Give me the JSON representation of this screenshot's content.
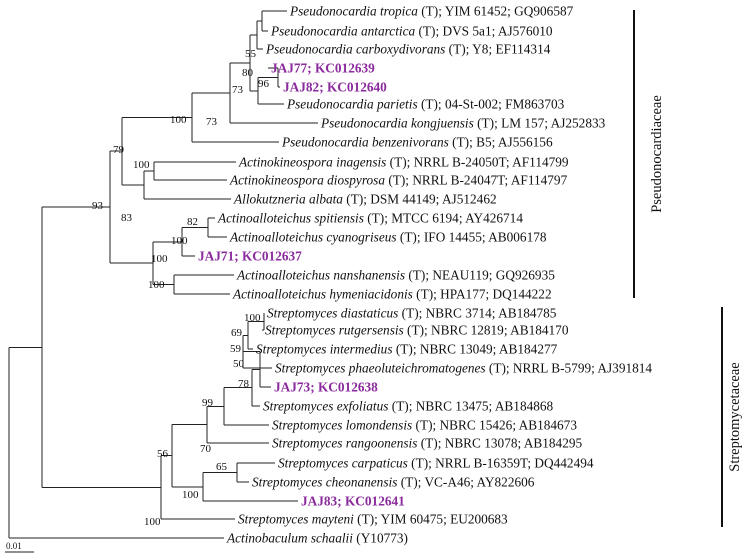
{
  "tips": [
    {
      "id": "t1",
      "species": "Pseudonocardia tropica",
      "rest": " (T); YIM 61452; GQ906587"
    },
    {
      "id": "t2",
      "species": "Pseudonocardia antarctica",
      "rest": " (T); DVS 5a1; AJ576010"
    },
    {
      "id": "t3",
      "species": "Pseudonocardia carboxydivorans",
      "rest": " (T); Y8; EF114314"
    },
    {
      "id": "t4",
      "species": "",
      "rest": "JAJ77; KC012639",
      "strain": true
    },
    {
      "id": "t5",
      "species": "",
      "rest": "JAJ82; KC012640",
      "strain": true
    },
    {
      "id": "t6",
      "species": "Pseudonocardia parietis",
      "rest": " (T); 04-St-002; FM863703"
    },
    {
      "id": "t7",
      "species": "Pseudonocardia kongjuensis",
      "rest": " (T); LM 157; AJ252833"
    },
    {
      "id": "t8",
      "species": "Pseudonocardia benzenivorans",
      "rest": " (T); B5; AJ556156"
    },
    {
      "id": "t9",
      "species": "Actinokineospora inagensis",
      "rest": " (T); NRRL B-24050T; AF114799"
    },
    {
      "id": "t10",
      "species": "Actinokineospora diospyrosa",
      "rest": " (T); NRRL B-24047T; AF114797"
    },
    {
      "id": "t11",
      "species": "Allokutzneria albata",
      "rest": " (T); DSM 44149; AJ512462"
    },
    {
      "id": "t12",
      "species": "Actinoalloteichus spitiensis",
      "rest": " (T); MTCC 6194; AY426714"
    },
    {
      "id": "t13",
      "species": "Actinoalloteichus cyanogriseus",
      "rest": " (T); IFO 14455; AB006178"
    },
    {
      "id": "t14",
      "species": "",
      "rest": "JAJ71; KC012637",
      "strain": true
    },
    {
      "id": "t15",
      "species": "Actinoalloteichus nanshanensis",
      "rest": " (T); NEAU119; GQ926935"
    },
    {
      "id": "t16",
      "species": "Actinoalloteichus hymeniacidonis",
      "rest": " (T); HPA177; DQ144222"
    },
    {
      "id": "t17",
      "species": "Streptomyces diastaticus",
      "rest": " (T); NBRC 3714; AB184785"
    },
    {
      "id": "t18",
      "species": "Streptomyces rutgersensis",
      "rest": " (T); NBRC 12819; AB184170"
    },
    {
      "id": "t19",
      "species": "Streptomyces intermedius",
      "rest": " (T); NBRC 13049; AB184277"
    },
    {
      "id": "t20",
      "species": "Streptomyces phaeoluteichromatogenes",
      "rest": " (T); NRRL B-5799; AJ391814"
    },
    {
      "id": "t21",
      "species": "",
      "rest": "JAJ73; KC012638",
      "strain": true
    },
    {
      "id": "t22",
      "species": "Streptomyces exfoliatus",
      "rest": " (T); NBRC 13475; AB184868"
    },
    {
      "id": "t23",
      "species": "Streptomyces lomondensis",
      "rest": " (T); NBRC 15426; AB184673"
    },
    {
      "id": "t24",
      "species": "Streptomyces rangoonensis",
      "rest": " (T); NBRC 13078; AB184295"
    },
    {
      "id": "t25",
      "species": "Streptomyces carpaticus",
      "rest": " (T); NRRL B-16359T; DQ442494"
    },
    {
      "id": "t26",
      "species": "Streptomyces cheonanensis",
      "rest": " (T); VC-A46; AY822606"
    },
    {
      "id": "t27",
      "species": "",
      "rest": "JAJ83; KC012641",
      "strain": true
    },
    {
      "id": "t28",
      "species": "Streptomyces mayteni",
      "rest": " (T); YIM 60475; EU200683"
    },
    {
      "id": "t29",
      "species": "Actinobaculum schaalii",
      "rest": " (Y10773)"
    }
  ],
  "bootstrap": [
    {
      "node": "n1",
      "value": "55"
    },
    {
      "node": "n2",
      "value": "80"
    },
    {
      "node": "n3",
      "value": "96"
    },
    {
      "node": "n4",
      "value": "73"
    },
    {
      "node": "n5",
      "value": "73"
    },
    {
      "node": "n6",
      "value": "100"
    },
    {
      "node": "n8",
      "value": "100"
    },
    {
      "node": "n9",
      "value": "83"
    },
    {
      "node": "n10",
      "value": "79"
    },
    {
      "node": "n11",
      "value": "82"
    },
    {
      "node": "n12",
      "value": "100"
    },
    {
      "node": "n13",
      "value": "100"
    },
    {
      "node": "n14",
      "value": "100"
    },
    {
      "node": "n15",
      "value": "93"
    },
    {
      "node": "n16",
      "value": "100"
    },
    {
      "node": "n17",
      "value": "69"
    },
    {
      "node": "n18",
      "value": "59"
    },
    {
      "node": "n19",
      "value": "50"
    },
    {
      "node": "n20",
      "value": "78"
    },
    {
      "node": "n21",
      "value": "99"
    },
    {
      "node": "n23",
      "value": "70"
    },
    {
      "node": "n24",
      "value": "65"
    },
    {
      "node": "n25",
      "value": "100"
    },
    {
      "node": "n26",
      "value": "56"
    },
    {
      "node": "n27",
      "value": "100"
    }
  ],
  "families": [
    {
      "id": "pseudonocardiaceae",
      "label": "Pseudonocardiaceae"
    },
    {
      "id": "streptomycetaceae",
      "label": "Streptomycetaceae"
    }
  ],
  "scale_bar": {
    "label": "0.01"
  }
}
